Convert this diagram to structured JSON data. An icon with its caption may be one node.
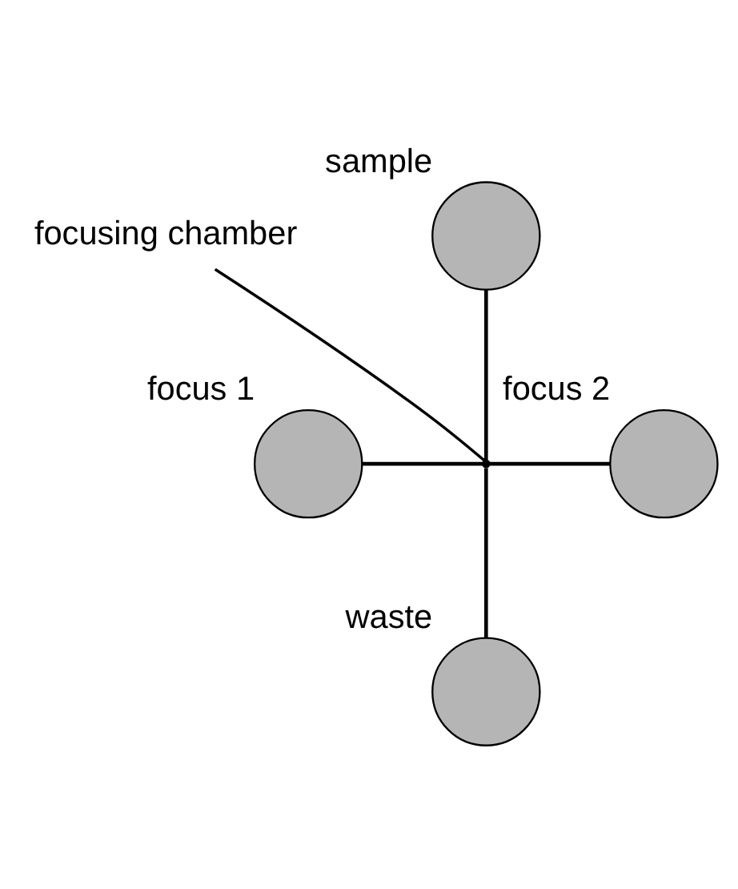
{
  "diagram": {
    "nodes": [
      {
        "text": [
          "focusing chamber"
        ]
      },
      {
        "text": [],
        "shape": "circle",
        "beside": [
          "sample"
        ]
      },
      {
        "text": [],
        "shape": "point"
      },
      {
        "text": [],
        "shape": "circle",
        "beside": [
          "focus 1"
        ]
      },
      {
        "text": [],
        "shape": "circle",
        "beside": [
          "focus 2"
        ]
      },
      {
        "text": [],
        "shape": "circle",
        "beside": [
          "waste"
        ]
      }
    ],
    "edges": [
      {
        "from": 1,
        "to": 2,
        "arrow": "none"
      },
      {
        "from": 3,
        "to": 2,
        "arrow": "none"
      },
      {
        "from": 2,
        "to": 4,
        "arrow": "none"
      },
      {
        "from": 2,
        "to": 5,
        "arrow": "none"
      },
      {
        "from": 0,
        "to": 2,
        "arrow": "none"
      }
    ]
  }
}
